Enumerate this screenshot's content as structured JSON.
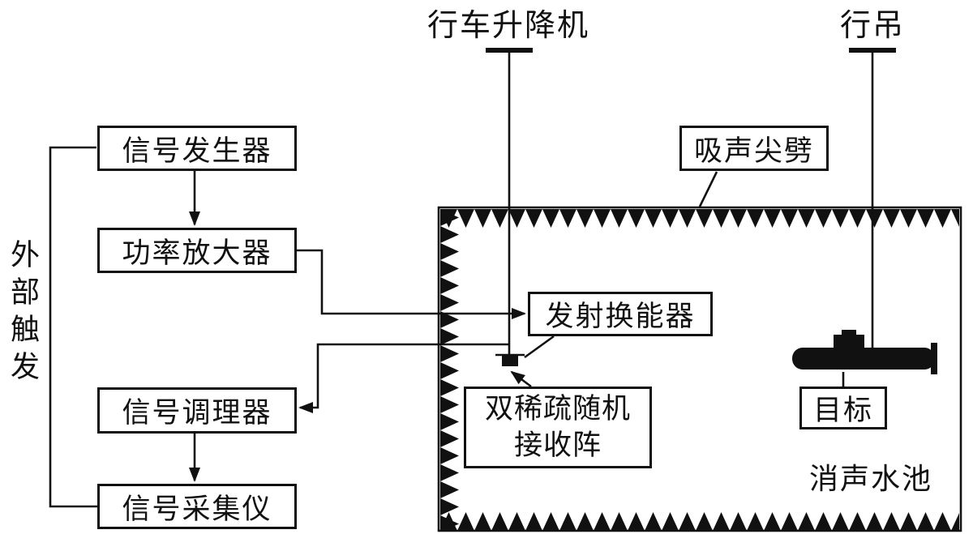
{
  "diagram": {
    "labels": {
      "crane_lift": "行车升降机",
      "crane": "行吊",
      "external_trigger": "外部触发",
      "tank": "消声水池"
    },
    "boxes": {
      "signal_generator": "信号发生器",
      "power_amplifier": "功率放大器",
      "signal_conditioner": "信号调理器",
      "signal_acquisition": "信号采集仪",
      "absorbing_wedge": "吸声尖劈",
      "transmit_transducer": "发射换能器",
      "receiving_array_line1": "双稀疏随机",
      "receiving_array_line2": "接收阵",
      "target": "目标"
    },
    "colors": {
      "line": "#111111",
      "background": "#ffffff"
    }
  }
}
